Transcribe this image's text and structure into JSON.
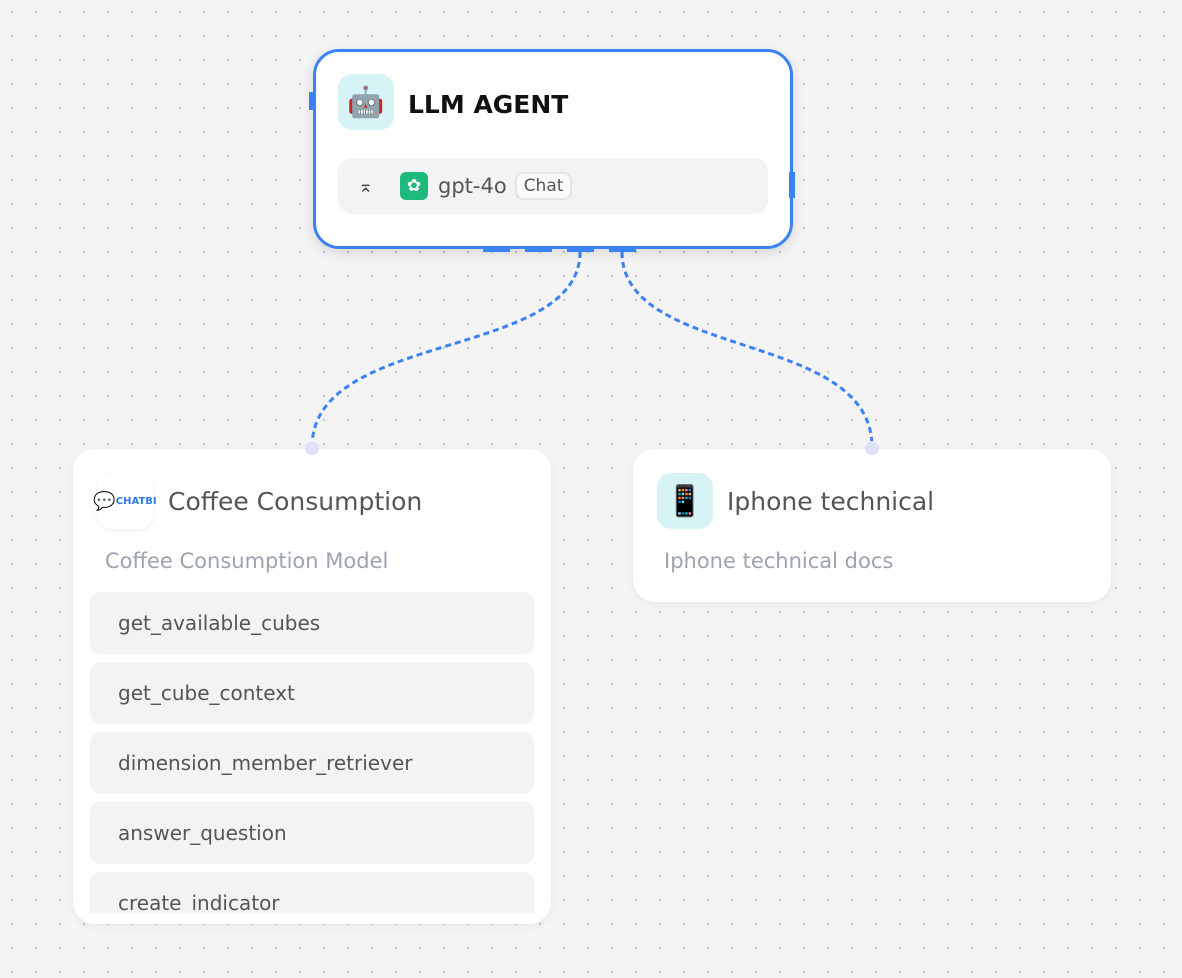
{
  "agent": {
    "title": "LLM AGENT",
    "icon": "robot-icon",
    "model": {
      "name": "gpt-4o",
      "tag": "Chat",
      "provider_icon": "openai-icon"
    }
  },
  "nodes": [
    {
      "title": "Coffee Consumption",
      "subtitle": "Coffee Consumption Model",
      "logo_text": "CHATBI",
      "tools": [
        "get_available_cubes",
        "get_cube_context",
        "dimension_member_retriever",
        "answer_question",
        "create_indicator"
      ]
    },
    {
      "title": "Iphone technical",
      "subtitle": "Iphone technical docs",
      "icon": "mobile-phone-icon"
    }
  ],
  "colors": {
    "accent": "#3b82f6",
    "background": "#f4f4f5",
    "openai": "#1fb97c"
  }
}
